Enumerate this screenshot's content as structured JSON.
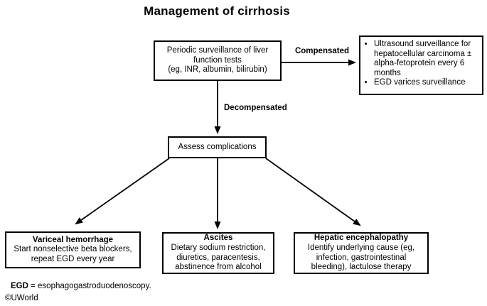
{
  "title": "Management of cirrhosis",
  "colors": {
    "background": "#ffffff",
    "line": "#000000",
    "text": "#000000"
  },
  "nodes": {
    "surveillance": {
      "text": "Periodic surveillance of liver\nfunction tests\n(eg, INR, albumin, bilirubin)"
    },
    "compensated_actions": {
      "items": [
        "Ultrasound surveillance for hepatocellular carcinoma ± alpha-fetoprotein every 6 months",
        "EGD varices surveillance"
      ]
    },
    "assess": {
      "text": "Assess complications"
    },
    "variceal": {
      "heading": "Variceal hemorrhage",
      "body": "Start nonselective beta blockers,\nrepeat EGD every year"
    },
    "ascites": {
      "heading": "Ascites",
      "body": "Dietary sodium restriction,\ndiuretics, paracentesis,\nabstinence from alcohol"
    },
    "hepatic": {
      "heading": "Hepatic encephalopathy",
      "body": "Identify underlying cause (eg,\ninfection, gastrointestinal\nbleeding), lactulose therapy"
    }
  },
  "edges": {
    "compensated_label": "Compensated",
    "decompensated_label": "Decompensated"
  },
  "footnote": {
    "term": "EGD",
    "rest": "= esophagogastroduodenoscopy."
  },
  "copyright": "©UWorld"
}
